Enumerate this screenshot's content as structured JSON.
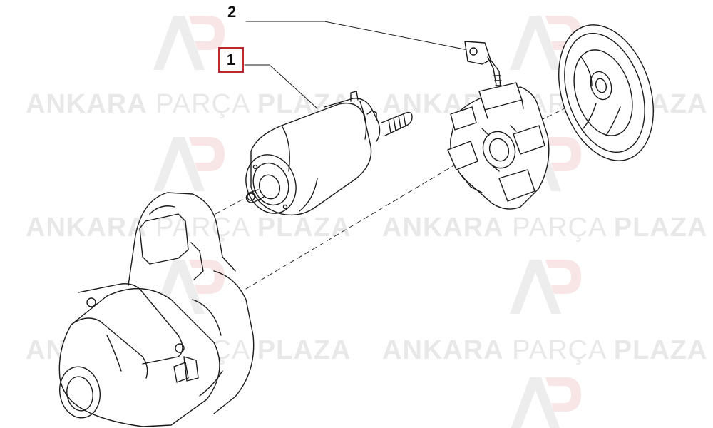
{
  "watermark": {
    "word1": "ANKARA",
    "word2": "PARÇA",
    "word3": "PLAZA",
    "logo_letters": "AP"
  },
  "callouts": [
    {
      "label": "1",
      "highlighted": true
    },
    {
      "label": "2",
      "highlighted": false
    }
  ],
  "colors": {
    "line": "#1a1a1a",
    "highlight": "#c0272d",
    "watermark": "#000000"
  }
}
